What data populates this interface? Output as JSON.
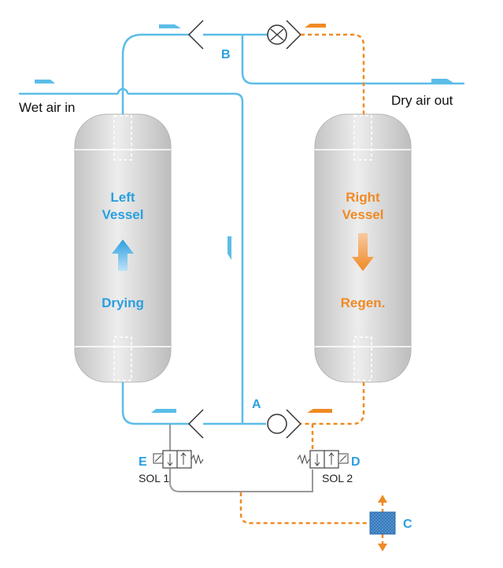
{
  "labels": {
    "wet_air_in": "Wet air in",
    "dry_air_out": "Dry air out",
    "point_a": "A",
    "point_b": "B",
    "point_c": "C",
    "point_d": "D",
    "point_e": "E",
    "sol1": "SOL 1",
    "sol2": "SOL 2"
  },
  "left_vessel": {
    "name_line1": "Left",
    "name_line2": "Vessel",
    "mode": "Drying"
  },
  "right_vessel": {
    "name_line1": "Right",
    "name_line2": "Vessel",
    "mode": "Regen."
  },
  "colors": {
    "drying_flow": "#5bbde8",
    "regen_flow": "#f08a24",
    "drain_line": "#999999",
    "vessel_fill": "#d6d6d6"
  }
}
